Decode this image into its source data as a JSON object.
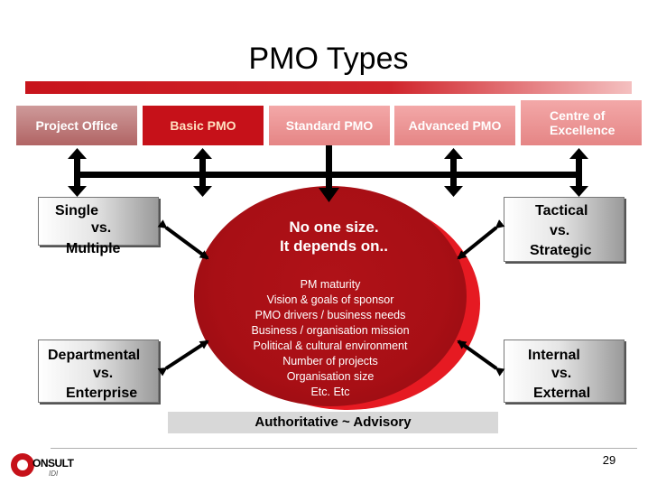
{
  "title": "PMO Types",
  "types": [
    "Project Office",
    "Basic PMO",
    "Standard PMO",
    "Advanced PMO"
  ],
  "types_last": [
    "Centre of",
    "Excellence"
  ],
  "left_top": [
    "Single",
    "vs.",
    "Multiple"
  ],
  "left_bottom": [
    "Departmental",
    "vs.",
    "Enterprise"
  ],
  "right_top": [
    "Tactical",
    "vs.",
    "Strategic"
  ],
  "right_bottom": [
    "Internal",
    "vs.",
    "External"
  ],
  "circle": {
    "headline": [
      "No one size.",
      "It depends on.."
    ],
    "items": [
      "PM maturity",
      "Vision & goals of sponsor",
      "PMO drivers / business needs",
      "Business / organisation mission",
      "Political & cultural environment",
      "Number of projects",
      "Organisation size",
      "Etc. Etc"
    ]
  },
  "bottom_bar": "Authoritative ~ Advisory",
  "page_number": "29",
  "logo": {
    "text": "ONSULT",
    "sub": "IDI"
  },
  "colors": {
    "accent_red": "#c61119",
    "dark_red": "#a80f15",
    "bright_red": "#e61a22"
  }
}
